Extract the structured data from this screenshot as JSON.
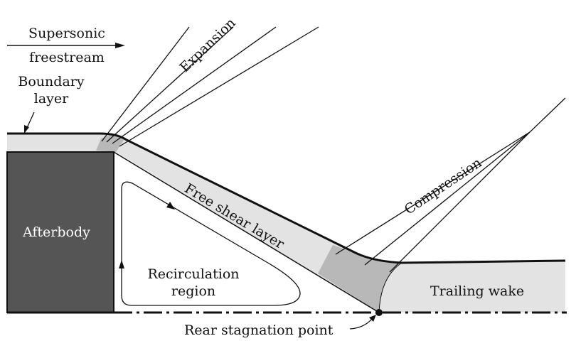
{
  "labels": {
    "freestream_line1": "Supersonic",
    "freestream_line2": "freestream",
    "boundary_line1": "Boundary",
    "boundary_line2": "layer",
    "expansion": "Expansion",
    "afterbody": "Afterbody",
    "free_shear_layer": "Free shear layer",
    "compression": "Compression",
    "recirculation_line1": "Recirculation",
    "recirculation_line2": "region",
    "trailing_wake": "Trailing wake",
    "rear_stagnation_point": "Rear stagnation point"
  },
  "colors": {
    "afterbody_fill": "#555555",
    "layer_fill": "#e3e3e3",
    "mixing_fill": "#b8b8b8",
    "line": "#111111"
  }
}
